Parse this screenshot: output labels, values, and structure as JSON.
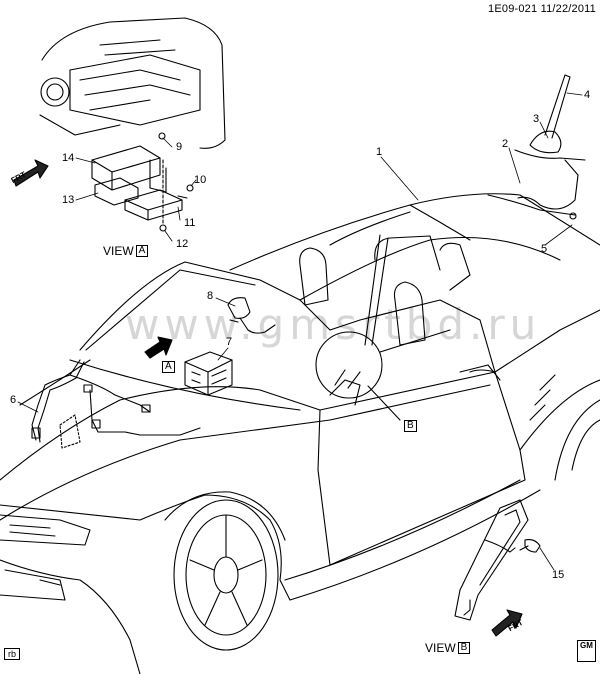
{
  "header": {
    "ref_code": "1E09-021  11/22/2011"
  },
  "watermark": "www.gmsrtbd.ru",
  "views": {
    "view_a": {
      "word": "VIEW",
      "letter": "A"
    },
    "view_b": {
      "word": "VIEW",
      "letter": "B"
    }
  },
  "markers": {
    "a": "A",
    "b": "B"
  },
  "callouts": [
    "1",
    "2",
    "3",
    "4",
    "5",
    "6",
    "7",
    "8",
    "9",
    "10",
    "11",
    "12",
    "13",
    "14",
    "15"
  ],
  "frt_label": "FRT",
  "footer": {
    "corner_code": "rb",
    "logo_text": "GM"
  }
}
